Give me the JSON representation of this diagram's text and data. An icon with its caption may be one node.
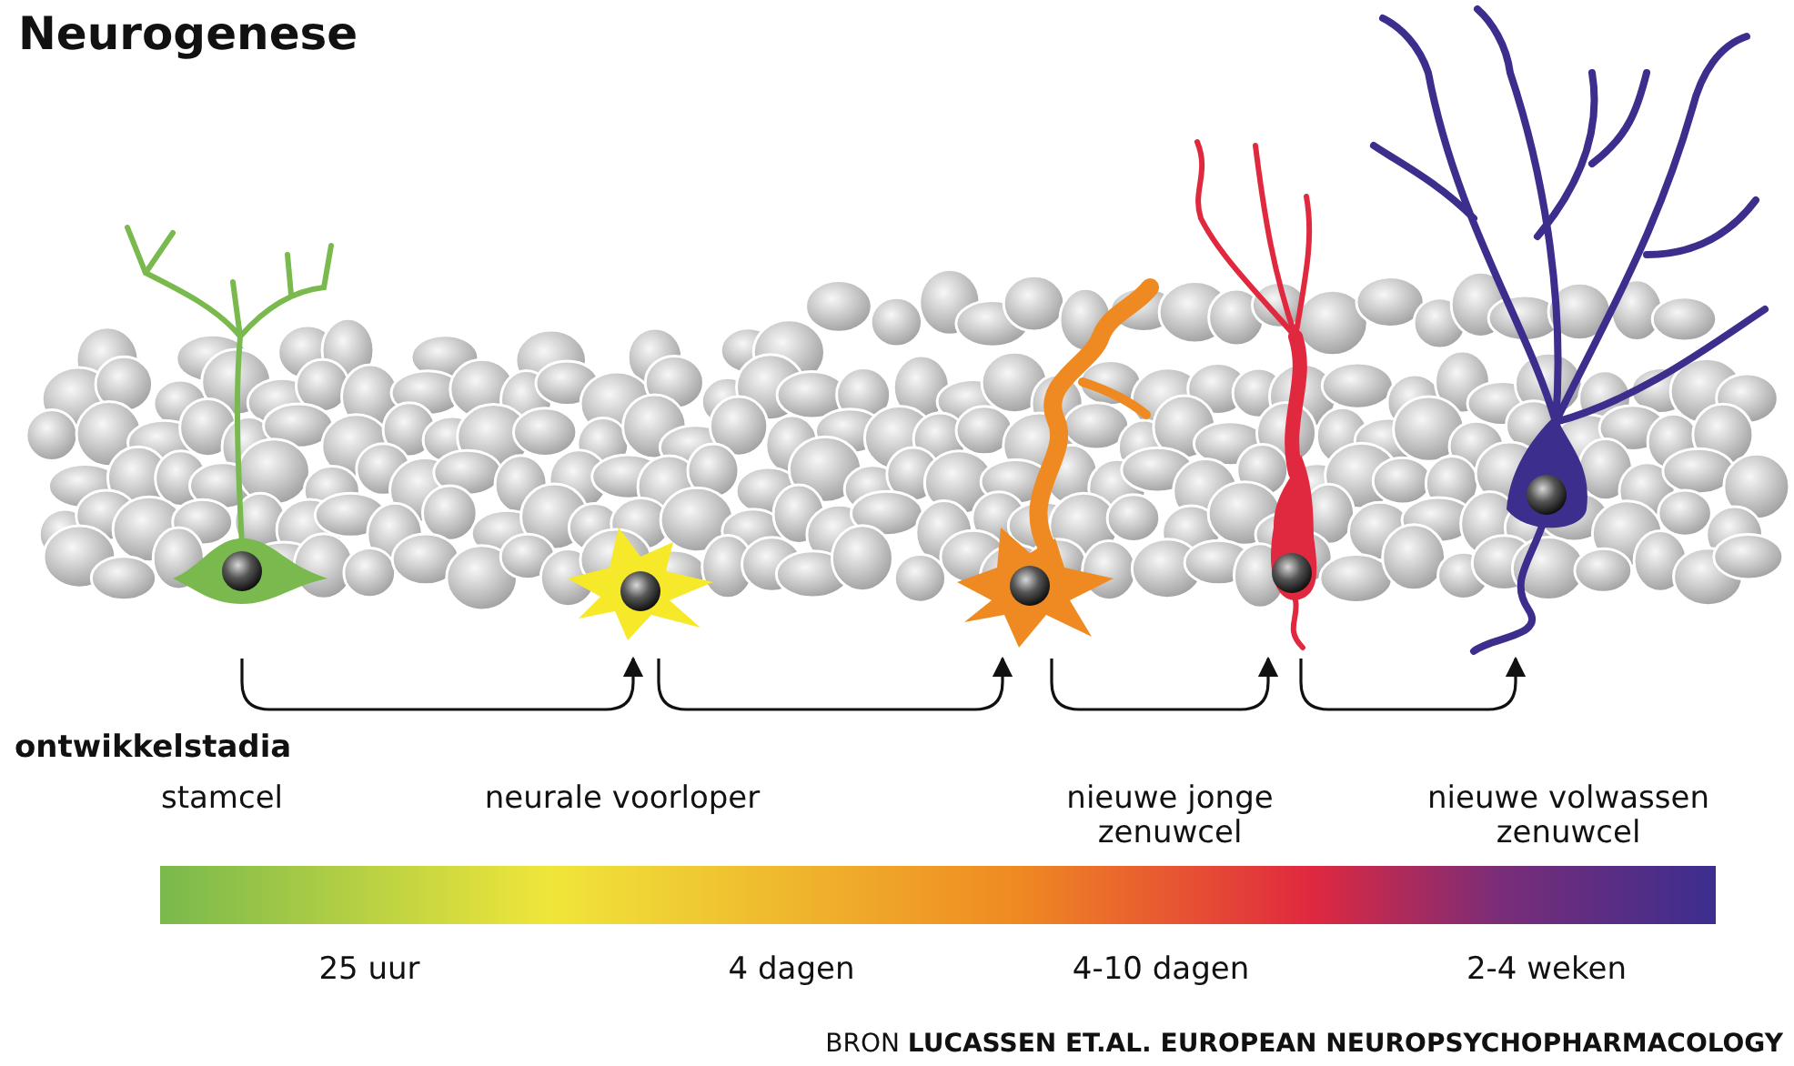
{
  "diagram": {
    "title": "Neurogenese",
    "caption": "BRON **LUCASSEN ET.AL. EUROPEAN NEUROPSYCHOPHARMACOLOGY**",
    "nodes": [
      {
        "text": [],
        "shape": "picture"
      },
      {
        "text": [],
        "shape": "picture"
      },
      {
        "text": [],
        "shape": "picture"
      },
      {
        "text": [],
        "shape": "picture"
      },
      {
        "text": [],
        "shape": "picture"
      },
      {
        "text": [],
        "shape": "bar"
      }
    ],
    "edges": [
      {
        "from": 0,
        "to": 1,
        "arrow": "to"
      },
      {
        "from": 1,
        "to": 2,
        "arrow": "to"
      },
      {
        "from": 2,
        "to": 3,
        "arrow": "to"
      },
      {
        "from": 3,
        "to": 4,
        "arrow": "to"
      }
    ],
    "labels": [
      "ontwikkelstadia",
      "stamcel",
      "neurale voorloper",
      "nieuwe jonge zenuwcel",
      "nieuwe volwassen zenuwcel",
      "25 uur",
      "4 dagen",
      "4-10 dagen",
      "2-4 weken"
    ]
  }
}
